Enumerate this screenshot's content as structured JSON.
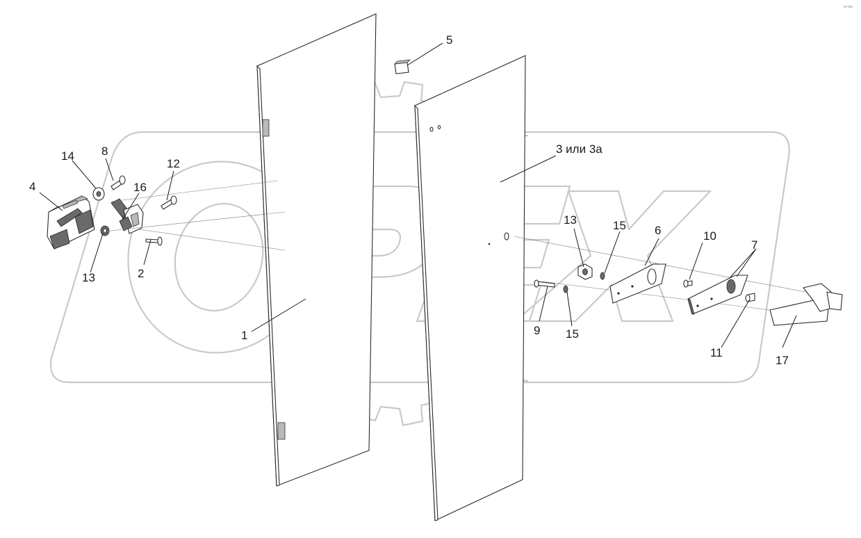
{
  "corner_mark": "ᵒᴾ ᴼᴼᴼ",
  "watermark": {
    "text": "OPEX",
    "color": "#c9c9c9"
  },
  "callouts": [
    {
      "id": "1",
      "text": "1"
    },
    {
      "id": "2",
      "text": "2"
    },
    {
      "id": "3",
      "text": "3 или 3а"
    },
    {
      "id": "4",
      "text": "4"
    },
    {
      "id": "5",
      "text": "5"
    },
    {
      "id": "6",
      "text": "6"
    },
    {
      "id": "7",
      "text": "7"
    },
    {
      "id": "8",
      "text": "8"
    },
    {
      "id": "9",
      "text": "9"
    },
    {
      "id": "10",
      "text": "10"
    },
    {
      "id": "11",
      "text": "11"
    },
    {
      "id": "12",
      "text": "12"
    },
    {
      "id": "13a",
      "text": "13"
    },
    {
      "id": "13b",
      "text": "13"
    },
    {
      "id": "14",
      "text": "14"
    },
    {
      "id": "15a",
      "text": "15"
    },
    {
      "id": "15b",
      "text": "15"
    },
    {
      "id": "16",
      "text": "16"
    },
    {
      "id": "17",
      "text": "17"
    }
  ]
}
